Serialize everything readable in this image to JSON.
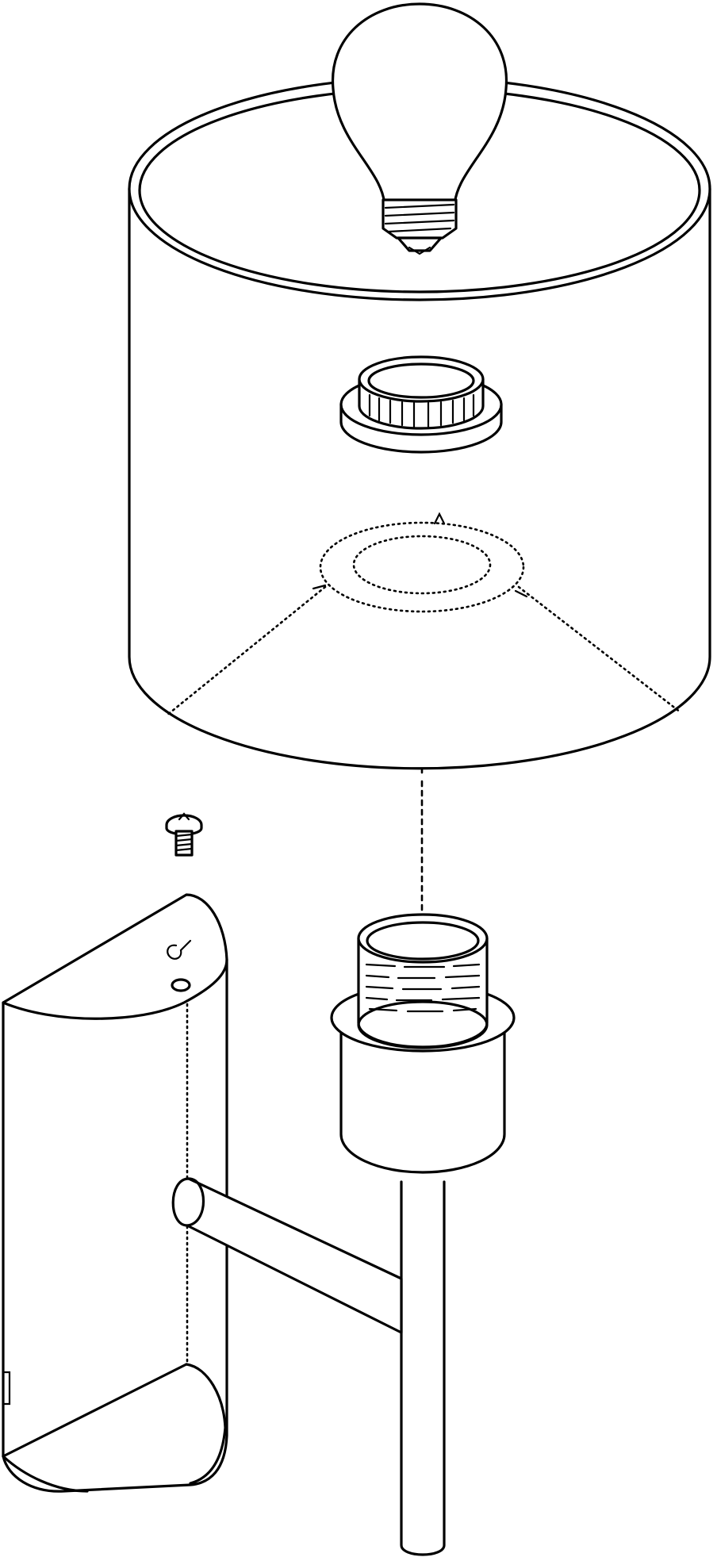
{
  "diagram": {
    "parts": [
      {
        "id": "bulb",
        "icon": "light-bulb-icon"
      },
      {
        "id": "shade",
        "icon": "drum-shade-icon"
      },
      {
        "id": "shade-ring",
        "icon": "threaded-ring-icon"
      },
      {
        "id": "screw",
        "icon": "screw-icon"
      },
      {
        "id": "wall-plate",
        "icon": "wall-bracket-icon"
      },
      {
        "id": "lamp-socket",
        "icon": "socket-icon"
      },
      {
        "id": "arm",
        "icon": "arm-rod-icon"
      }
    ],
    "colors": {
      "line": "#000000",
      "background": "#ffffff"
    }
  }
}
